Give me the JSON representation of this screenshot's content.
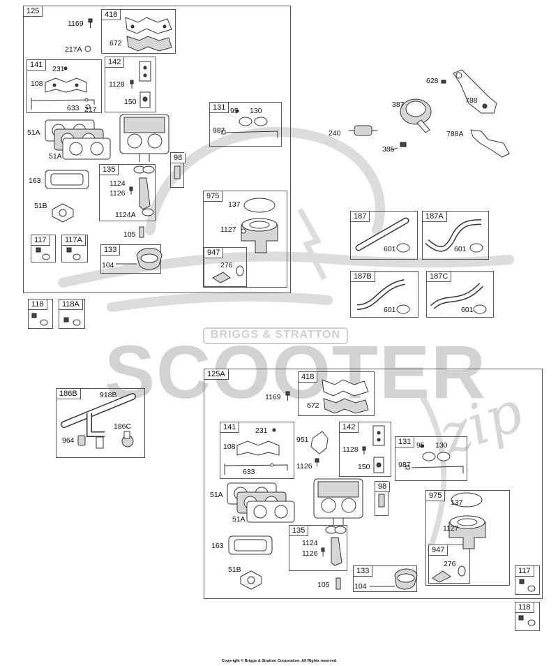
{
  "watermark": {
    "brand_text": "SCOOTER",
    "brand_script": "zip",
    "badge_text": "BRIGGS & STRATTON",
    "color": "#c8c8c8"
  },
  "copyright": "Copyright © Briggs & Stratton Corporation. All Rights reserved",
  "boxes": {
    "b125": "125",
    "b418": "418",
    "b141": "141",
    "b142": "142",
    "b131": "131",
    "b98": "98",
    "b135": "135",
    "b975": "975",
    "b947": "947",
    "b117": "117",
    "b117a": "117A",
    "b133": "133",
    "b118": "118",
    "b118a": "118A",
    "b187": "187",
    "b187a": "187A",
    "b187b": "187B",
    "b187c": "187C",
    "b186b": "186B",
    "b125a": "125A",
    "b418_2": "418",
    "b141_2": "141",
    "b142_2": "142",
    "b131_2": "131",
    "b98_2": "98",
    "b975_2": "975",
    "b135_2": "135",
    "b947_2": "947",
    "b133_2": "133",
    "b117_2": "117",
    "b118_2": "118"
  },
  "labels": {
    "l1169": "1169",
    "l217a": "217A",
    "l672": "672",
    "l231": "231",
    "l108": "108",
    "l633": "633",
    "l217": "217",
    "l1128": "1128",
    "l150": "150",
    "l95": "95",
    "l130": "130",
    "l987": "987",
    "l51a": "51A",
    "l51a2": "51A",
    "l163": "163",
    "l1124": "1124",
    "l1126": "1126",
    "l51b": "51B",
    "l1124a": "1124A",
    "l137": "137",
    "l1127": "1127",
    "l105": "105",
    "l104": "104",
    "l276": "276",
    "l628": "628",
    "l387": "387",
    "l788": "788",
    "l240": "240",
    "l385": "385",
    "l788a": "788A",
    "l601a": "601",
    "l601b": "601",
    "l601c": "601",
    "l601d": "601",
    "l918b": "918B",
    "l186c": "186C",
    "l964": "964",
    "m1169": "1169",
    "m672": "672",
    "m231": "231",
    "m108": "108",
    "m633": "633",
    "m951": "951",
    "m1126": "1126",
    "m1128": "1128",
    "m150": "150",
    "m95": "95",
    "m130": "130",
    "m987": "987",
    "m51a": "51A",
    "m51a2": "51A",
    "m137": "137",
    "m1127": "1127",
    "m163": "163",
    "m1124": "1124",
    "m1126b": "1126",
    "m276": "276",
    "m51b": "51B",
    "m105": "105",
    "m104": "104"
  }
}
